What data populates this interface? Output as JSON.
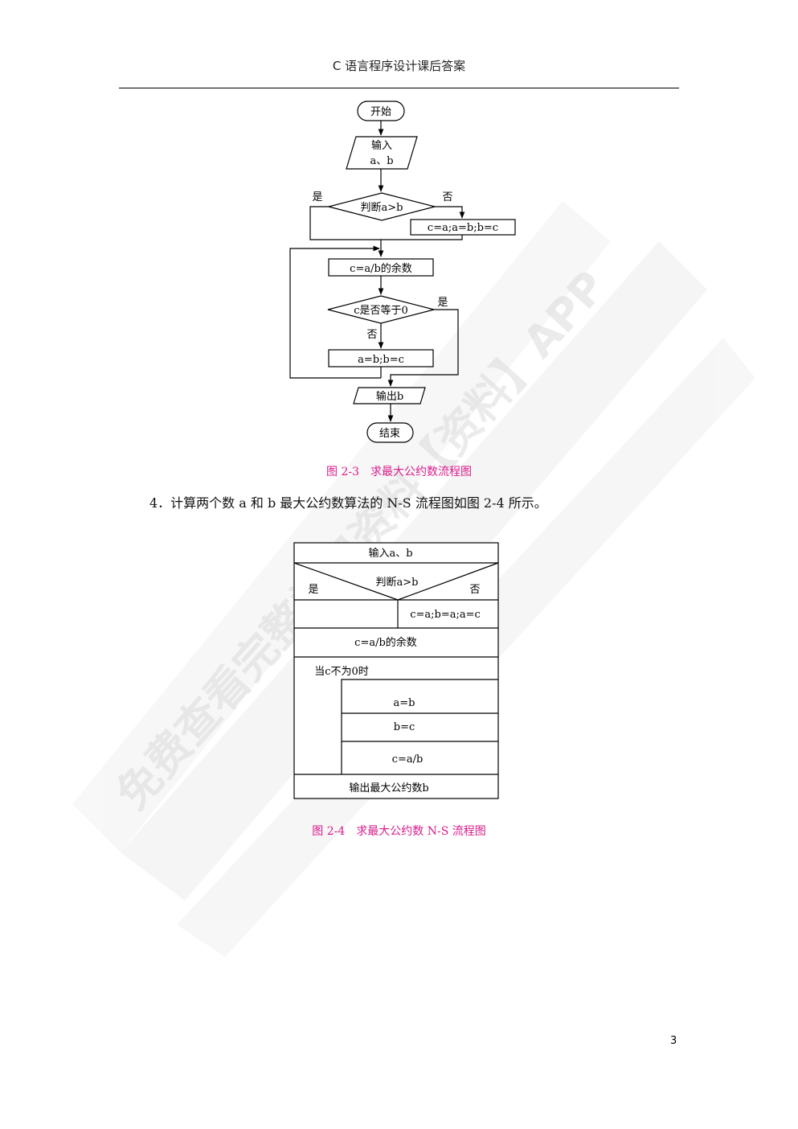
{
  "header": {
    "title": "C 语言程序设计课后答案"
  },
  "flowchart": {
    "start": "开始",
    "input_line1": "输入",
    "input_line2": "a、b",
    "decision1": "判断a>b",
    "yes1": "是",
    "no1": "否",
    "swap": "c=a;a=b;b=c",
    "mod": "c=a/b的余数",
    "decision2": "c是否等于0",
    "yes2": "是",
    "no2": "否",
    "assign": "a=b;b=c",
    "output": "输出b",
    "end": "结束"
  },
  "caption1": "图 2-3　求最大公约数流程图",
  "paragraph": "4．计算两个数 a 和 b 最大公约数算法的 N-S 流程图如图 2-4 所示。",
  "ns": {
    "input": "输入a、b",
    "decision": "判断a>b",
    "yes": "是",
    "no": "否",
    "swap": "c=a;b=a;a=c",
    "mod": "c=a/b的余数",
    "loop": "当c不为0时",
    "body1": "a=b",
    "body2": "b=c",
    "body3": "c=a/b",
    "output": "输出最大公约数b"
  },
  "caption2": "图 2-4　求最大公约数 N-S 流程图",
  "watermark": "免费查看完整学习资料【资料】APP",
  "page_number": "3",
  "colors": {
    "caption": "#d81b8a",
    "watermark": "#e6e6e6"
  }
}
